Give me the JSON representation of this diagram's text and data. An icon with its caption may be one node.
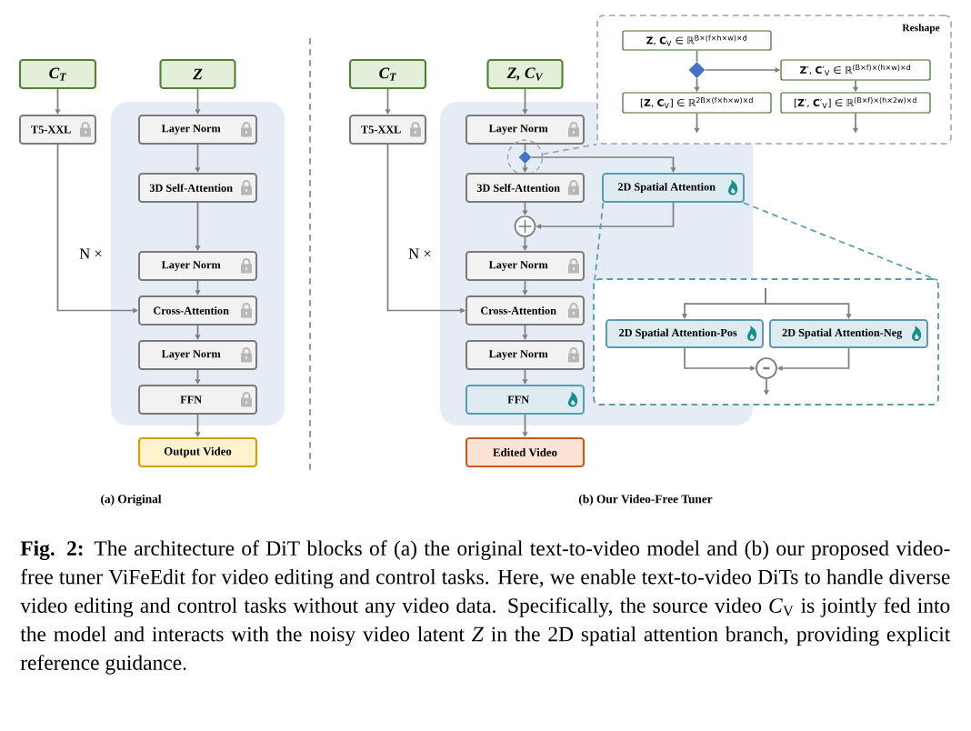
{
  "diagram": {
    "caption": "**Fig. 2:** The architecture of DiT blocks of (a) the original text-to-video model and (b) our proposed video-free tuner ViFeEdit for video editing and control tasks. Here, we enable text-to-video DiTs to handle diverse video editing and control tasks without any video data. Specifically, the source video *C*$_{V}$ is jointly fed into the model and interacts with the noisy video latent *Z* in the 2D spatial attention branch, providing explicit reference guidance.",
    "nodes": [
      {
        "text": [
          "C$_{T}$"
        ]
      },
      {
        "text": [
          "Z"
        ]
      },
      {
        "text": [
          "T5-XXL"
        ]
      },
      {
        "text": [],
        "shape": "box"
      },
      {
        "text": [
          "Layer Norm"
        ],
        "in": 3
      },
      {
        "text": [
          "3D Self-Attention"
        ],
        "in": 3
      },
      {
        "text": [
          "Layer Norm"
        ],
        "in": 3
      },
      {
        "text": [
          "Cross-Attention"
        ],
        "in": 3
      },
      {
        "text": [
          "Layer Norm"
        ],
        "in": 3
      },
      {
        "text": [
          "FFN"
        ],
        "in": 3
      },
      {
        "text": [
          "Output Video"
        ]
      },
      {
        "text": [
          "C$_{T}$"
        ]
      },
      {
        "text": [
          "Z, C$_{V}$"
        ]
      },
      {
        "text": [
          "T5-XXL"
        ]
      },
      {
        "text": [],
        "shape": "box"
      },
      {
        "text": [
          "Layer Norm"
        ],
        "in": 14
      },
      {
        "text": [],
        "shape": "circle",
        "in": 14
      },
      {
        "text": [],
        "shape": "diamond",
        "in": 16
      },
      {
        "text": [
          "3D Self-Attention"
        ],
        "in": 14
      },
      {
        "text": [
          "2D Spatial Attention"
        ],
        "in": 14
      },
      {
        "text": [],
        "shape": "circle",
        "in": 14
      },
      {
        "text": [
          "Layer Norm"
        ],
        "in": 14
      },
      {
        "text": [
          "Cross-Attention"
        ],
        "in": 14
      },
      {
        "text": [
          "Layer Norm"
        ],
        "in": 14
      },
      {
        "text": [
          "FFN"
        ],
        "in": 14
      },
      {
        "text": [
          "Edited Video"
        ]
      },
      {
        "text": [
          "Reshape"
        ]
      },
      {
        "text": [
          "**Z**, **C**$_{V}$ ∈ ℝ$^{B×(f×h×w)×d}$"
        ],
        "in": 26
      },
      {
        "text": [],
        "shape": "diamond",
        "in": 26
      },
      {
        "text": [
          "**Z**′, **C**′$_{V}$ ∈ ℝ$^{(B×f)×(h×w)×d}$"
        ],
        "in": 26
      },
      {
        "text": [
          "[**Z**, **C**$_{V}$] ∈ ℝ$^{2B×(f×h×w)×d}$"
        ],
        "in": 26
      },
      {
        "text": [
          "[**Z**′, **C**′$_{V}$] ∈ ℝ$^{(B×f)×(h×2w)×d}$"
        ],
        "in": 26
      },
      {
        "text": [],
        "shape": "box"
      },
      {
        "text": [
          "2D Spatial Attention-Pos"
        ],
        "in": 32
      },
      {
        "text": [
          "2D Spatial Attention-Neg"
        ],
        "in": 32
      },
      {
        "text": [],
        "shape": "circle",
        "in": 32
      }
    ],
    "edges": [
      {
        "from": 0,
        "to": 2,
        "arrow": "to"
      },
      {
        "from": 1,
        "to": 4,
        "arrow": "to"
      },
      {
        "from": 2,
        "to": 7,
        "arrow": "to"
      },
      {
        "from": 4,
        "to": 5,
        "arrow": "to"
      },
      {
        "from": 5,
        "to": 6,
        "arrow": "to"
      },
      {
        "from": 6,
        "to": 7,
        "arrow": "to"
      },
      {
        "from": 7,
        "to": 8,
        "arrow": "to"
      },
      {
        "from": 8,
        "to": 9,
        "arrow": "to"
      },
      {
        "from": 9,
        "to": 10,
        "arrow": "to"
      },
      {
        "from": 11,
        "to": 13,
        "arrow": "to"
      },
      {
        "from": 12,
        "to": 15,
        "arrow": "to"
      },
      {
        "from": 13,
        "to": 22,
        "arrow": "to"
      },
      {
        "from": 15,
        "to": 17,
        "arrow": "none"
      },
      {
        "from": 17,
        "to": 18,
        "arrow": "to"
      },
      {
        "from": 17,
        "to": 19,
        "arrow": "to"
      },
      {
        "from": 18,
        "to": 20,
        "arrow": "to"
      },
      {
        "from": 19,
        "to": 20,
        "arrow": "to"
      },
      {
        "from": 20,
        "to": 21,
        "arrow": "to"
      },
      {
        "from": 21,
        "to": 22,
        "arrow": "to"
      },
      {
        "from": 22,
        "to": 23,
        "arrow": "to"
      },
      {
        "from": 23,
        "to": 24,
        "arrow": "to"
      },
      {
        "from": 24,
        "to": 25,
        "arrow": "to"
      },
      {
        "from": 27,
        "to": 28,
        "arrow": "none"
      },
      {
        "from": 28,
        "to": 29,
        "arrow": "to"
      },
      {
        "from": 28,
        "to": 30,
        "arrow": "to"
      },
      {
        "from": 29,
        "to": 31,
        "arrow": "to"
      },
      {
        "from": 30,
        "to": null,
        "arrow": "to"
      },
      {
        "from": 31,
        "to": null,
        "arrow": "to"
      },
      {
        "from": 32,
        "to": 33,
        "arrow": "to"
      },
      {
        "from": 32,
        "to": 34,
        "arrow": "to"
      },
      {
        "from": 33,
        "to": 35,
        "arrow": "to"
      },
      {
        "from": 34,
        "to": 35,
        "arrow": "to"
      },
      {
        "from": 35,
        "to": null,
        "arrow": "to"
      },
      {
        "from": 16,
        "to": 26,
        "arrow": "none",
        "style": "dashed",
        "color": "#9ea4ab"
      },
      {
        "from": 19,
        "to": 32,
        "arrow": "none",
        "style": "dashed",
        "color": "#5b9bb0"
      },
      {
        "from": 19,
        "to": 32,
        "arrow": "none",
        "style": "dashed",
        "color": "#5b9bb0"
      }
    ],
    "labels": [
      "N ×",
      "N ×",
      "(a) Original",
      "(b) Our Video-Free Tuner"
    ]
  }
}
